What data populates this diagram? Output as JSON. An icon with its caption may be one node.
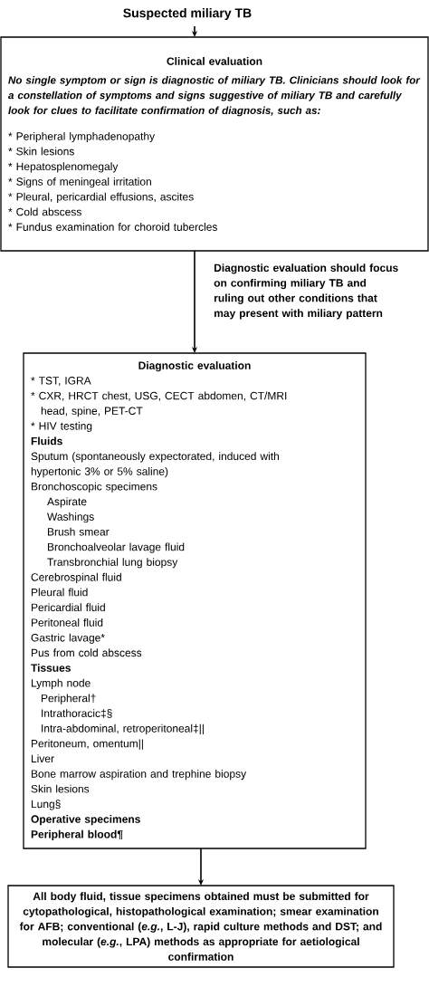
{
  "diagram": {
    "nodes": [
      {
        "text": [
          "Suspected miliary TB"
        ]
      },
      {
        "text": [
          "Clinical evaluation",
          "No single symptom or sign is diagnostic of miliary TB. Clinicians should look for a constellation of symptoms and signs suggestive of miliary TB and carefully look for clues to facilitate confirmation of diagnosis, such as:",
          "* Peripheral lymphadenopathy",
          "* Skin lesions",
          "* Hepatosplenomegaly",
          "* Signs of meningeal irritation",
          "* Pleural, pericardial effusions, ascites",
          "* Cold abscess",
          "* Fundus examination for choroid tubercles"
        ]
      },
      {
        "text": [
          "Diagnostic evaluation",
          "* TST, IGRA",
          "* CXR, HRCT chest, USG, CECT abdomen, CT/MRI head, spine, PET-CT",
          "* HIV testing",
          "Fluids",
          "Sputum (spontaneously expectorated, induced with hypertonic 3% or 5% saline)",
          "Bronchoscopic specimens",
          "Aspirate",
          "Washings",
          "Brush smear",
          "Bronchoalveolar lavage fluid",
          "Transbronchial lung biopsy",
          "Cerebrospinal fluid",
          "Pleural fluid",
          "Pericardial fluid",
          "Peritoneal fluid",
          "Gastric lavage*",
          "Pus from cold abscess",
          "Tissues",
          "Lymph node",
          "Peripheral†",
          "Intrathoracic‡§",
          "Intra-abdominal, retroperitoneal‡||",
          "Peritoneum, omentum||",
          "Liver",
          "Bone marrow aspiration and trephine biopsy",
          "Skin lesions",
          "Lung§",
          "Operative specimens",
          "Peripheral blood¶"
        ]
      },
      {
        "text": [
          "All body fluid, tissue specimens obtained must be submitted for cytopathological, histopathological examination; smear examination for AFB; conventional (*e.g.*, L-J), rapid culture methods and DST; and molecular (*e.g.*, LPA) methods as appropriate for aetiological confirmation"
        ]
      }
    ],
    "edges": [
      {
        "from": 0,
        "to": 1,
        "arrow": "to"
      },
      {
        "from": 1,
        "to": 2,
        "arrow": "to",
        "label": "Diagnostic evaluation should focus on confirming miliary TB and ruling out other conditions that may present with miliary pattern"
      },
      {
        "from": 2,
        "to": 3,
        "arrow": "to"
      }
    ]
  }
}
